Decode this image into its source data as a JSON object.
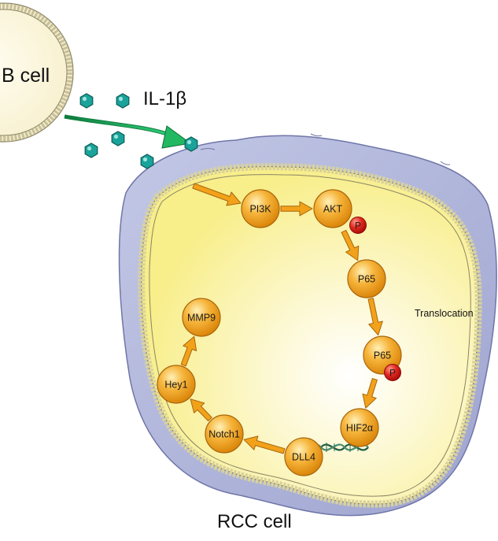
{
  "labels": {
    "b_cell": "B cell",
    "cytokine": "IL-1β",
    "rcc_cell": "RCC cell",
    "translocation": "Translocation",
    "phospho": "P"
  },
  "nodes": {
    "pi3k": "PI3K",
    "akt": "AKT",
    "p65_cytoplasm": "P65",
    "p65_nuclear": "P65",
    "hif2a": "HIF2α",
    "dll4": "DLL4",
    "notch1": "Notch1",
    "hey1": "Hey1",
    "mmp9": "MMP9"
  },
  "colors": {
    "b_cell_fill": "#fcf6dc",
    "membrane_bead": "#e6e0b8",
    "rcc_outer": "#b4b9dc",
    "rcc_inner": "#fbf4a0",
    "node_fill": "#f4a51c",
    "arrow_fill": "#f2a21a",
    "phospho_fill": "#e0201e",
    "cytokine_fill": "#1aa39a",
    "signal_arrow": "#1aa04a",
    "dna_strand": "#2e6e55"
  }
}
